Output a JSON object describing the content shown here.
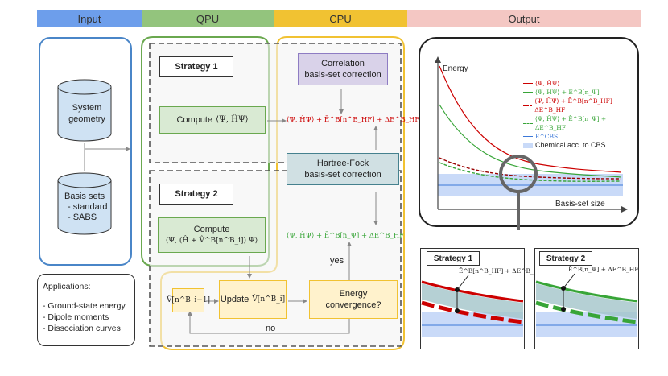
{
  "headers": {
    "input": "Input",
    "qpu": "QPU",
    "cpu": "CPU",
    "output": "Output"
  },
  "colors": {
    "input": "#6d9eeb",
    "qpu": "#93c47d",
    "cpu": "#f1c232",
    "output": "#ea9999",
    "red": "#cc0000",
    "green": "#38a538",
    "blue_line": "#3c78d8",
    "chem_band": "#c9daf8",
    "purple_box": "#d9d2e9",
    "teal_box": "#d0e0e3"
  },
  "input": {
    "system_geometry": "System\ngeometry",
    "basis_sets_title": "Basis sets",
    "basis_standard": "- standard",
    "basis_sabs": "- SABS"
  },
  "applications": {
    "title": "Applications:",
    "items": [
      "- Ground-state energy",
      "- Dipole moments",
      "- Dissociation curves"
    ]
  },
  "strategy1": {
    "title": "Strategy 1",
    "compute_prefix": "Compute",
    "compute_math": "⟨Ψ, ĤΨ⟩",
    "equation": "⟨Ψ, ĤΨ⟩ + Ē^B[n^B_HF] + ΔE^B_HF"
  },
  "strategy2": {
    "title": "Strategy 2",
    "compute_title": "Compute",
    "compute_math": "⟨Ψ, (Ĥ + V̂^B[n^B_i]) Ψ⟩",
    "equation": "⟨Ψ, ĤΨ⟩ + Ē^B[n_Ψ] + ΔE^B_HF",
    "v_prev": "V̂[n^B_i−1]",
    "update_label": "Update",
    "update_math": "V̂[n^B_i]",
    "energy_convergence": "Energy\nconvergence?",
    "yes": "yes",
    "no": "no"
  },
  "cpu": {
    "correlation": "Correlation\nbasis-set correction",
    "hartree_fock": "Hartree-Fock\nbasis-set correction"
  },
  "output": {
    "y_axis": "Energy",
    "x_axis": "Basis-set size",
    "legend": [
      {
        "label": "⟨Ψ, ĤΨ⟩",
        "color": "#cc0000",
        "dash": "solid"
      },
      {
        "label": "⟨Ψ, ĤΨ⟩ + Ē^B[n_Ψ]",
        "color": "#38a538",
        "dash": "solid"
      },
      {
        "label": "⟨Ψ, ĤΨ⟩ + Ē^B[n^B_HF]   ΔE^B_HF",
        "color": "#cc0000",
        "dash": "dashed"
      },
      {
        "label": "⟨Ψ, ĤΨ⟩ + Ē^B[n_Ψ] + ΔE^B_HF",
        "color": "#38a538",
        "dash": "dashed"
      },
      {
        "label": "E^CBS",
        "color": "#3c78d8",
        "dash": "solid"
      },
      {
        "label": "Chemical acc. to CBS",
        "color": "#c9daf8",
        "dash": "band"
      }
    ],
    "zoom1_title": "Strategy 1",
    "zoom1_label": "Ē^B[n^B_HF] + ΔE^B_HF",
    "zoom2_title": "Strategy 2",
    "zoom2_label": "Ē^B[n_Ψ] + ΔE^B_HF"
  }
}
